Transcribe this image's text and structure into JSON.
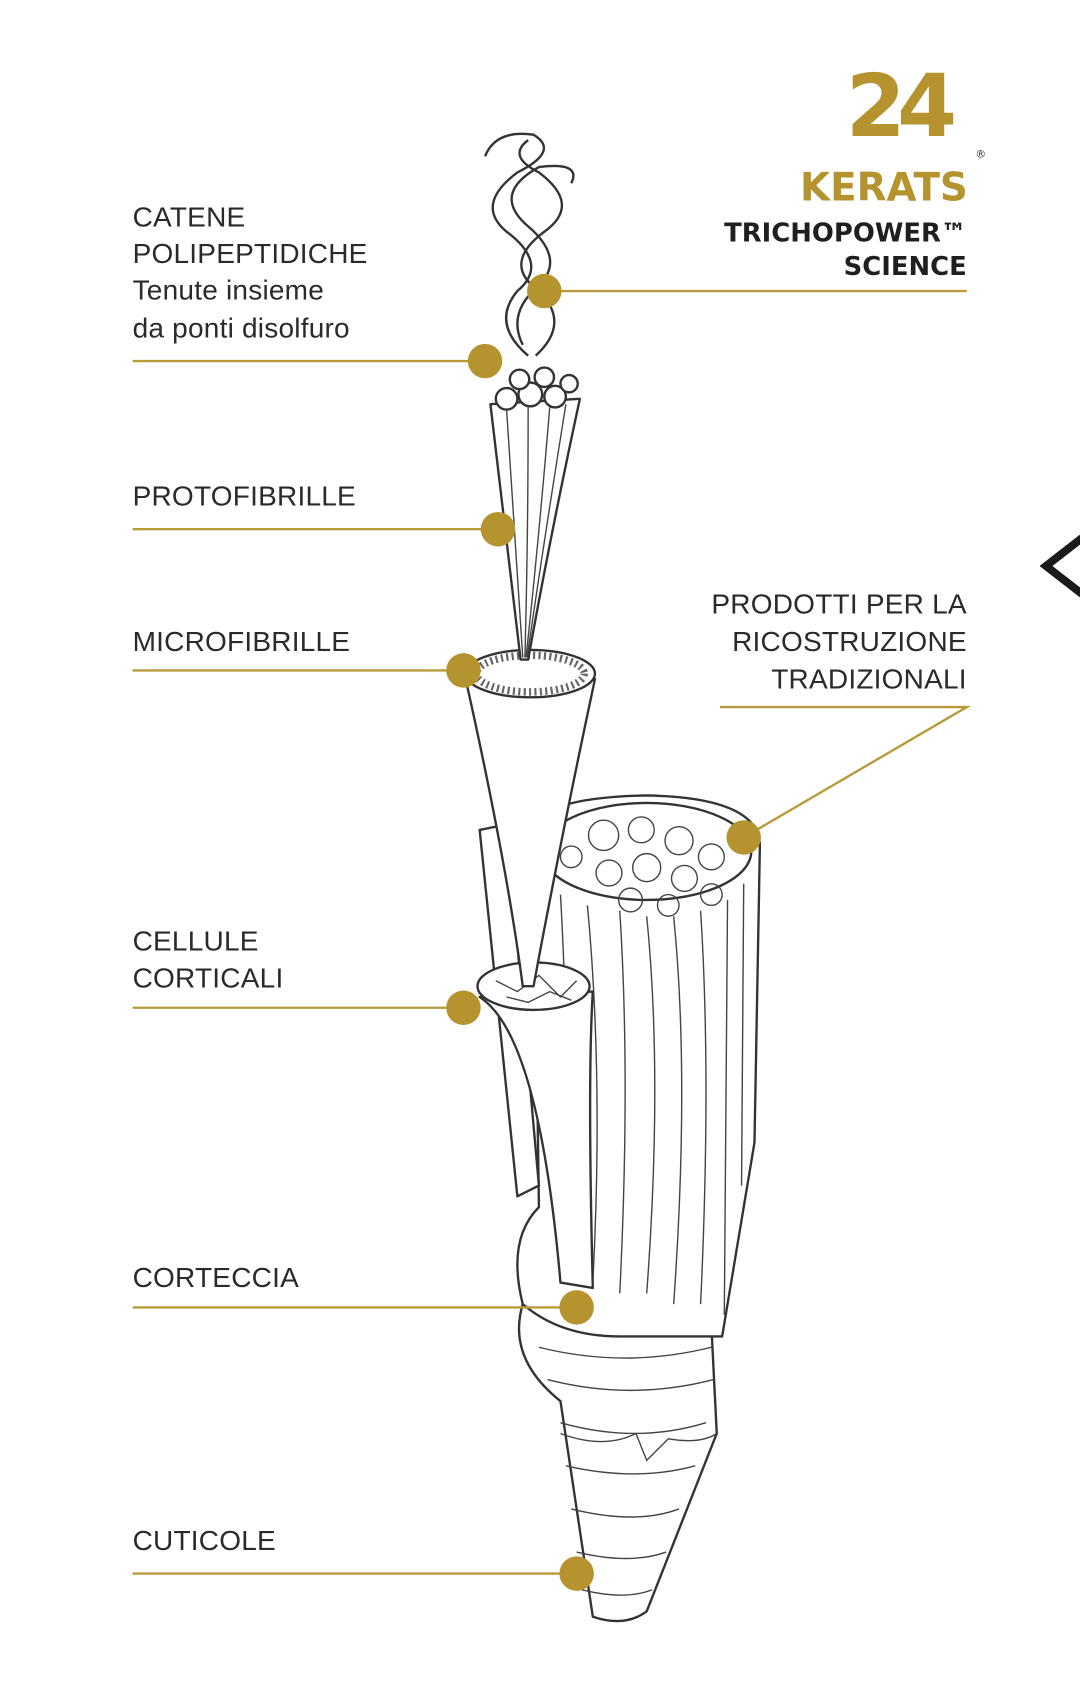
{
  "logo": {
    "number": "24",
    "brand": "KERATS",
    "registered": "®"
  },
  "tagline": {
    "line1": "TRICHOPOWER™",
    "line2": "SCIENCE"
  },
  "labels": {
    "catene": {
      "line1": "CATENE",
      "line2": "POLIPEPTIDICHE",
      "line3": "Tenute insieme",
      "line4": "da ponti disolfuro"
    },
    "protofibrille": "PROTOFIBRILLE",
    "microfibrille": "MICROFIBRILLE",
    "cellule": {
      "line1": "CELLULE",
      "line2": "CORTICALI"
    },
    "corteccia": "CORTECCIA",
    "cuticole": "CUTICOLE",
    "prodotti": {
      "line1": "PRODOTTI PER LA",
      "line2": "RICOSTRUZIONE",
      "line3": "TRADIZIONALI"
    }
  },
  "colors": {
    "gold": "#b5942f",
    "text": "#2a2a2a"
  }
}
